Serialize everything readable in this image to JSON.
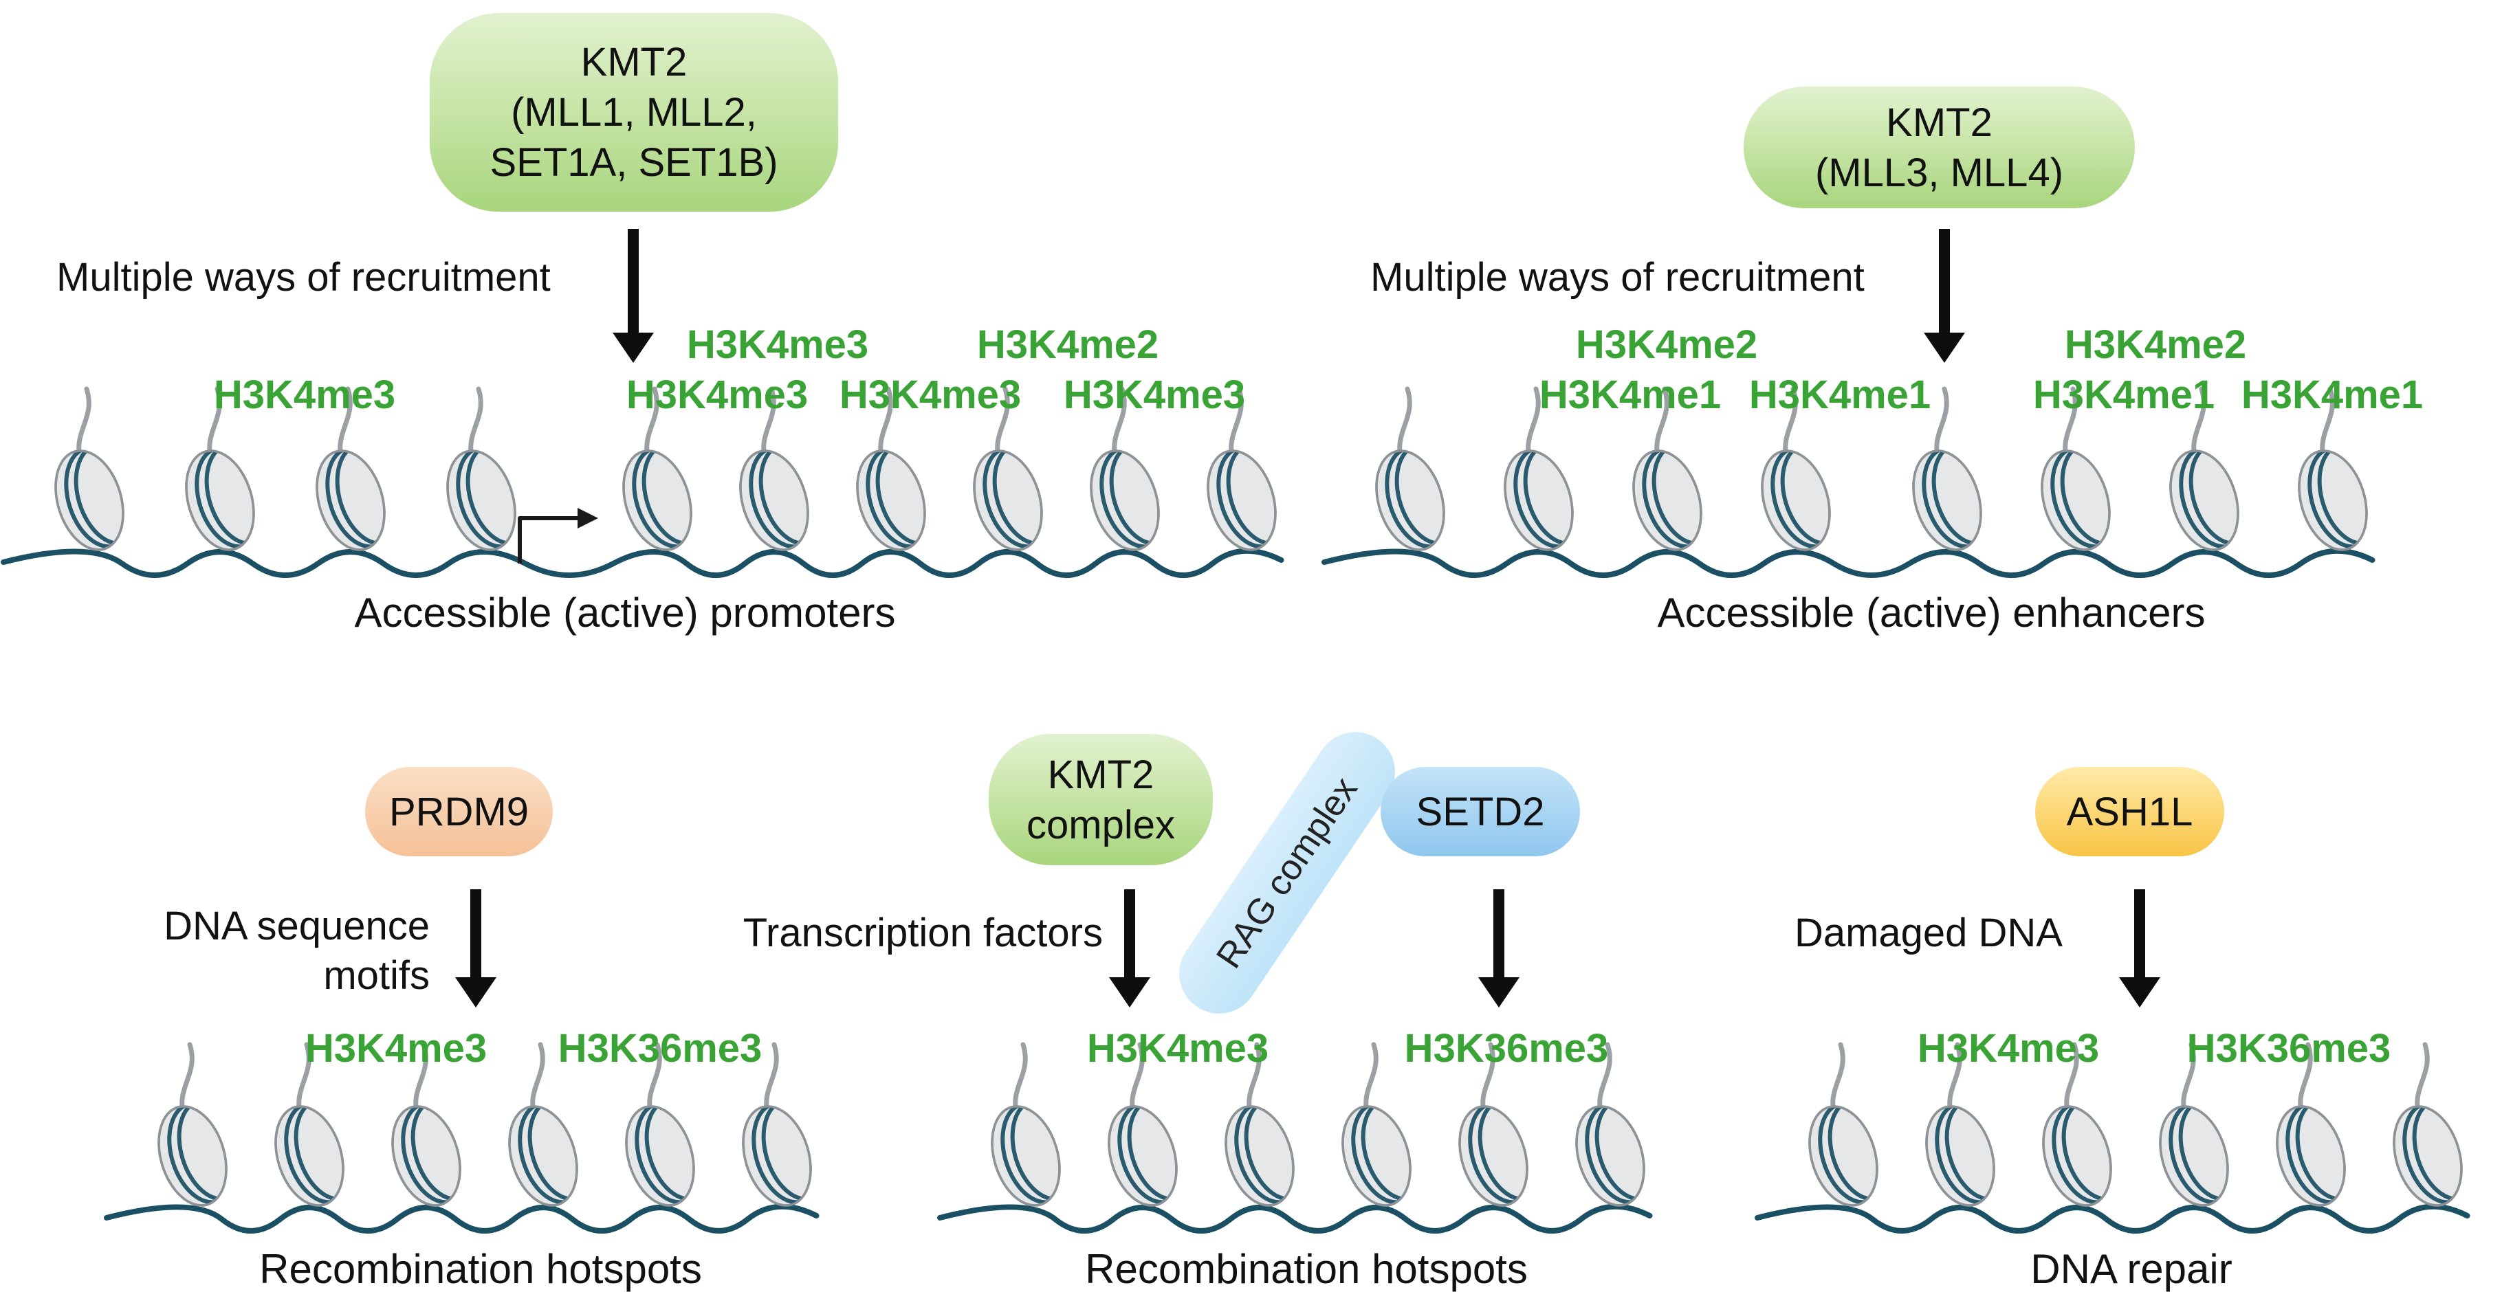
{
  "colors": {
    "mark_green": "#3aa335",
    "dna_strand": "#1b4f63",
    "enzyme_green": "#a8d57d",
    "prdm9_peach": "#f5c197",
    "setd2_blue": "#8fc7ee",
    "rag_blue": "#bfe3f8",
    "ash1l_yellow": "#f8c445",
    "nucleosome_gray": "#e6e7e8"
  },
  "panels": {
    "promoters": {
      "enzyme_lines": [
        "KMT2",
        "(MLL1, MLL2,",
        "SET1A, SET1B)"
      ],
      "recruitment_label": "Multiple ways of recruitment",
      "marks": [
        "H3K4me3",
        "H3K4me3",
        "H3K4me2",
        "H3K4me3",
        "H3K4me3",
        "H3K4me3"
      ],
      "caption": "Accessible (active) promoters",
      "nucleosome_groups": [
        4,
        6
      ]
    },
    "enhancers": {
      "enzyme_lines": [
        "KMT2",
        "(MLL3, MLL4)"
      ],
      "recruitment_label": "Multiple ways of recruitment",
      "marks": [
        "H3K4me2",
        "H3K4me2",
        "H3K4me1",
        "H3K4me1",
        "H3K4me1",
        "H3K4me1"
      ],
      "caption": "Accessible (active) enhancers",
      "nucleosome_groups": [
        4,
        4
      ]
    },
    "prdm9": {
      "enzyme_label": "PRDM9",
      "trigger_lines": [
        "DNA sequence",
        "motifs"
      ],
      "marks": [
        "H3K4me3",
        "H3K36me3"
      ],
      "caption": "Recombination hotspots",
      "nucleosome_groups": [
        6
      ]
    },
    "kmt2_setd2": {
      "enzyme_lines": [
        "KMT2",
        "complex"
      ],
      "setd2_label": "SETD2",
      "rag_label": "RAG complex",
      "trigger_label": "Transcription factors",
      "marks": [
        "H3K4me3",
        "H3K36me3"
      ],
      "caption": "Recombination hotspots",
      "nucleosome_groups": [
        6
      ]
    },
    "ash1l": {
      "enzyme_label": "ASH1L",
      "trigger_label": "Damaged DNA",
      "marks": [
        "H3K4me3",
        "H3K36me3"
      ],
      "caption": "DNA repair",
      "nucleosome_groups": [
        6
      ]
    }
  }
}
